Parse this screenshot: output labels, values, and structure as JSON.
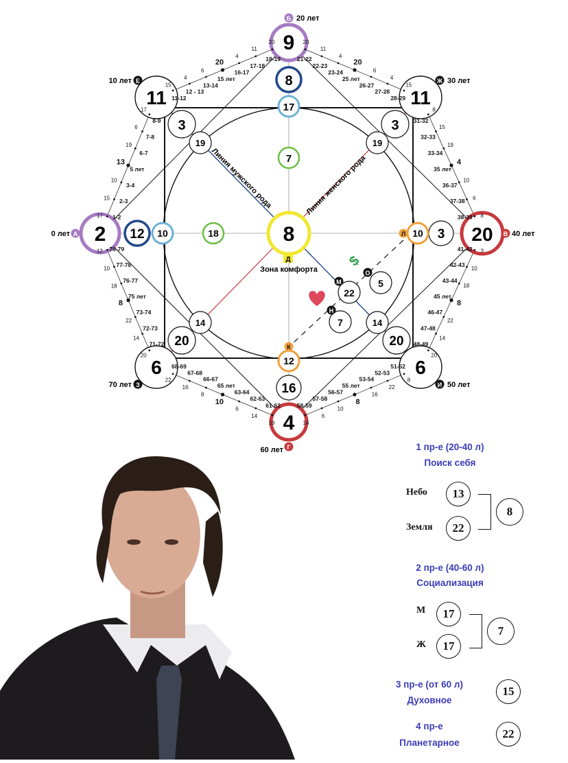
{
  "chart": {
    "ages": {
      "top": "20 лет",
      "top_right": "30 лет",
      "right": "40 лет",
      "bottom_right": "50 лет",
      "bottom": "60 лет",
      "bottom_left": "70 лет",
      "left": "0 лет",
      "top_left": "10 лет"
    },
    "points": {
      "A": {
        "letter": "А",
        "value": "2"
      },
      "B": {
        "letter": "Б",
        "value": "9"
      },
      "V": {
        "letter": "В",
        "value": "20"
      },
      "G": {
        "letter": "Г",
        "value": "4"
      },
      "D": {
        "letter": "Д",
        "value": "8"
      },
      "E": {
        "letter": "Е",
        "value": "11"
      },
      "Zh": {
        "letter": "Ж",
        "value": "11"
      },
      "Z": {
        "letter": "З",
        "value": "6"
      },
      "I": {
        "letter": "И",
        "value": "6"
      },
      "K": {
        "letter": "К",
        "value": "12"
      },
      "L": {
        "letter": "Л",
        "value": "10"
      },
      "M": {
        "letter": "М",
        "value": "22"
      },
      "N": {
        "letter": "Н",
        "value": "7"
      },
      "O": {
        "letter": "О",
        "value": "5"
      }
    },
    "inner_values": {
      "top_2": "8",
      "top_3": "17",
      "top_4": "7",
      "left_2": "12",
      "left_3": "10",
      "left_4": "18",
      "right_2": "3",
      "bottom_2": "16",
      "tl_2": "3",
      "tl_3": "19",
      "tr_2": "3",
      "tr_3": "19",
      "bl_2": "20",
      "bl_3": "14",
      "br_2": "20",
      "br_3": "14"
    },
    "labels": {
      "male_line": "Линия мужского рода",
      "female_line": "Линия женского рода",
      "comfort_zone": "Зона комфорта",
      "money": "$"
    },
    "age_scale": {
      "a_b": {
        "ranges": [
          "1-2",
          "2-3",
          "3-4",
          "5 лет",
          "6-7",
          "7-8",
          "8-9",
          "11-12",
          "12 - 13",
          "13-14",
          "15 лет",
          "16-17",
          "17-18",
          "18-19"
        ],
        "values": [
          "17",
          "15",
          "10",
          "13",
          "19",
          "6",
          "17",
          "15",
          "4",
          "6",
          "20",
          "4",
          "11",
          "20"
        ]
      },
      "b_v": {
        "ranges": [
          "21-22",
          "22-23",
          "23-24",
          "25 лет",
          "26-27",
          "27-28",
          "28-29",
          "31-32",
          "32-33",
          "33-34",
          "35 лет",
          "36-37",
          "37-38",
          "38-39"
        ],
        "values": [
          "20",
          "11",
          "4",
          "20",
          "6",
          "4",
          "15",
          "8",
          "15",
          "19",
          "4",
          "10",
          "6",
          "8"
        ]
      },
      "v_g": {
        "ranges": [
          "41-42",
          "42-43",
          "43-44",
          "45 лет",
          "46-47",
          "47-48",
          "48-49",
          "51-52",
          "52-53",
          "53-54",
          "55 лет",
          "56-57",
          "57-58",
          "58-59"
        ],
        "values": [
          "3",
          "10",
          "18",
          "8",
          "22",
          "14",
          "20",
          "8",
          "22",
          "16",
          "8",
          "10",
          "6",
          "14"
        ]
      },
      "g_a": {
        "ranges": [
          "61-62",
          "62-63",
          "63-64",
          "65 лет",
          "66-67",
          "67-68",
          "68-69",
          "71-72",
          "72-73",
          "73-74",
          "75 лет",
          "76-77",
          "77-78",
          "78-79"
        ],
        "values": [
          "18",
          "14",
          "6",
          "10",
          "8",
          "16",
          "22",
          "20",
          "14",
          "22",
          "8",
          "18",
          "10",
          "12"
        ]
      }
    }
  },
  "sidebar": {
    "p1": {
      "title": "1 пр-е (20-40 л)",
      "subtitle": "Поиск себя",
      "sky_label": "Небо",
      "earth_label": "Земля",
      "sky": "13",
      "earth": "22",
      "sum": "8"
    },
    "p2": {
      "title": "2 пр-е (40-60 л)",
      "subtitle": "Социализация",
      "m_label": "М",
      "zh_label": "Ж",
      "m": "17",
      "zh": "17",
      "sum": "7"
    },
    "p3": {
      "title": "3 пр-е (от 60 л)",
      "subtitle": "Духовное",
      "value": "15"
    },
    "p4": {
      "title": "4 пр-е",
      "subtitle": "Планетарное",
      "value": "22"
    }
  },
  "colors": {
    "purple": "#a57bc2",
    "red": "#c7393c",
    "navy": "#21488a",
    "skyblue": "#6bb1d6",
    "green": "#6bbd45",
    "yellow": "#f0e832",
    "orange": "#f0a03c",
    "sidebar_text": "#3b3bb8"
  }
}
